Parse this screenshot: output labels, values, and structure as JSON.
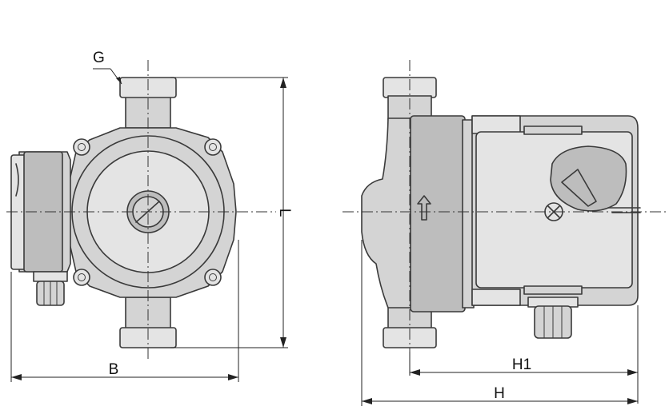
{
  "labels": {
    "thread": "G",
    "length": "L",
    "width": "B",
    "height_h1": "H1",
    "height_h": "H"
  },
  "colors": {
    "line": "#3a3a3a",
    "fill": "#d4d4d4",
    "fill_dark": "#bdbdbd",
    "background": "#ffffff"
  }
}
